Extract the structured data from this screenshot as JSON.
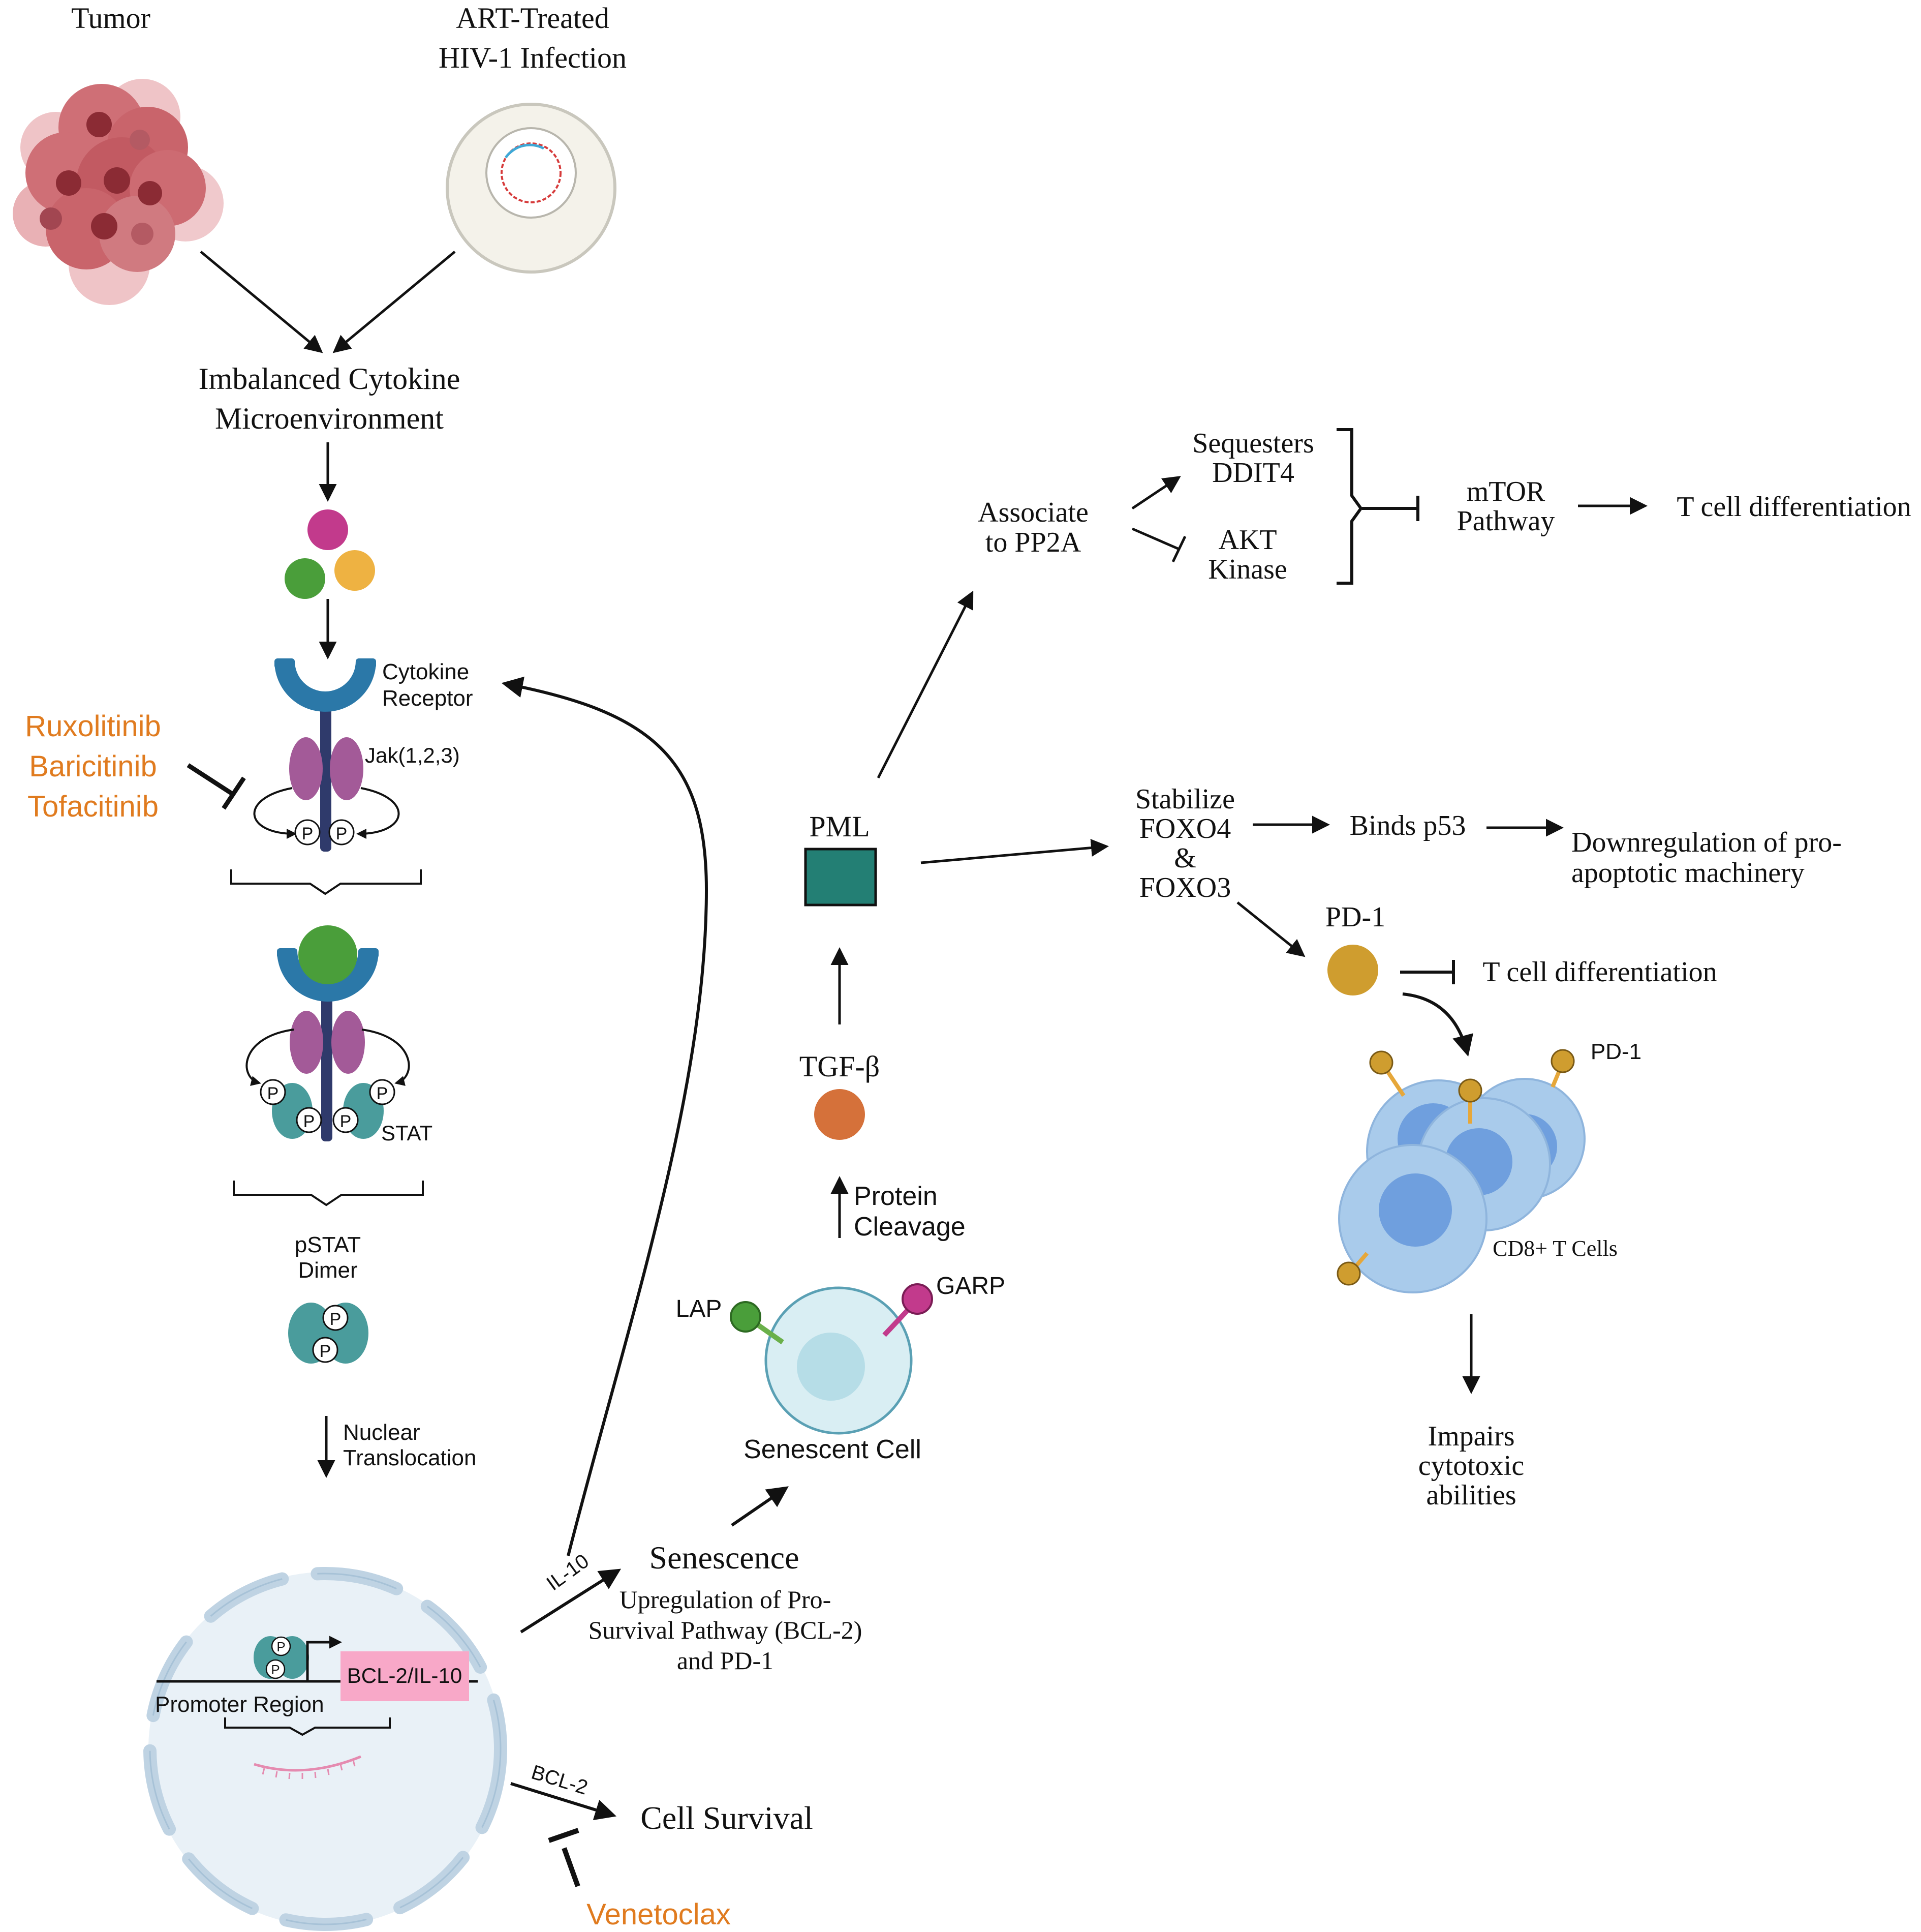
{
  "colors": {
    "drug": "#e07b1f",
    "magenta": "#c23a8c",
    "green": "#4a9e3a",
    "yellow": "#eeb242",
    "receptor": "#2b78a8",
    "stem": "#2f3a6b",
    "jak": "#a35a98",
    "stat": "#4a9c9c",
    "pml": "#237f74",
    "tgf": "#d5713a",
    "pd1": "#cf9d2f",
    "tcell": "#a9cbeb",
    "tcell_nucleus": "#6f9fde",
    "senescent": "#d9eef3",
    "senescent_nucleus": "#b6dde7",
    "nucleus_env": "#e9f1f7",
    "nuclear_membrane": "#bfd3e3",
    "promoter_box": "#f8a8c8",
    "tumor": "#c9646b",
    "tumor_nucleus": "#8b2b34",
    "hiv_cell": "#f4f2ea"
  },
  "icons": {
    "tumor": "tumor-cluster-icon",
    "hiv": "hiv-infected-cell-icon",
    "cytokines": "cytokine-molecules-icon",
    "receptor": "cytokine-receptor-icon",
    "nucleus": "nucleus-icon",
    "senescent": "senescent-cell-icon",
    "tcells": "cd8-t-cells-icon"
  },
  "labels": {
    "tumor": "Tumor",
    "art_line1": "ART-Treated",
    "art_line2": "HIV-1 Infection",
    "imbalanced_line1": "Imbalanced Cytokine",
    "imbalanced_line2": "Microenvironment",
    "cytokine_receptor_line1": "Cytokine",
    "cytokine_receptor_line2": "Receptor",
    "jak": "Jak(1,2,3)",
    "phospho": "P",
    "stat": "STAT",
    "pstat_line1": "pSTAT",
    "pstat_line2": "Dimer",
    "nuclear_line1": "Nuclear",
    "nuclear_line2": "Translocation",
    "promoter_region": "Promoter Region",
    "bcl2_il10": "BCL-2/IL-10",
    "il10": "IL-10",
    "bcl2": "BCL-2",
    "senescence": "Senescence",
    "upreg_line1": "Upregulation of Pro-",
    "upreg_line2": "Survival Pathway (BCL-2)",
    "upreg_line3": "and PD-1",
    "cell_survival": "Cell Survival",
    "senescent_cell": "Senescent Cell",
    "lap": "LAP",
    "garp": "GARP",
    "protein_line1": "Protein",
    "protein_line2": "Cleavage",
    "tgf_beta": "TGF-β",
    "pml": "PML",
    "associate_line1": "Associate",
    "associate_line2": "to PP2A",
    "sequesters_line1": "Sequesters",
    "sequesters_line2": "DDIT4",
    "akt_line1": "AKT",
    "akt_line2": "Kinase",
    "mtor_line1": "mTOR",
    "mtor_line2": "Pathway",
    "t_cell_diff_top": "T cell differentiation",
    "stabilize_line1": "Stabilize",
    "stabilize_line2": "FOXO4",
    "stabilize_line3": "&",
    "stabilize_line4": "FOXO3",
    "binds_p53": "Binds p53",
    "downreg_line1": "Downregulation of pro-",
    "downreg_line2": "apoptotic machinery",
    "pd1_top": "PD-1",
    "t_cell_diff_mid": "T cell differentiation",
    "pd1_small": "PD-1",
    "cd8": "CD8+ T Cells",
    "impairs_line1": "Impairs",
    "impairs_line2": "cytotoxic",
    "impairs_line3": "abilities"
  },
  "drugs": {
    "jak_line1": "Ruxolitinib",
    "jak_line2": "Baricitinib",
    "jak_line3": "Tofacitinib",
    "bcl2_inhibitor": "Venetoclax"
  }
}
